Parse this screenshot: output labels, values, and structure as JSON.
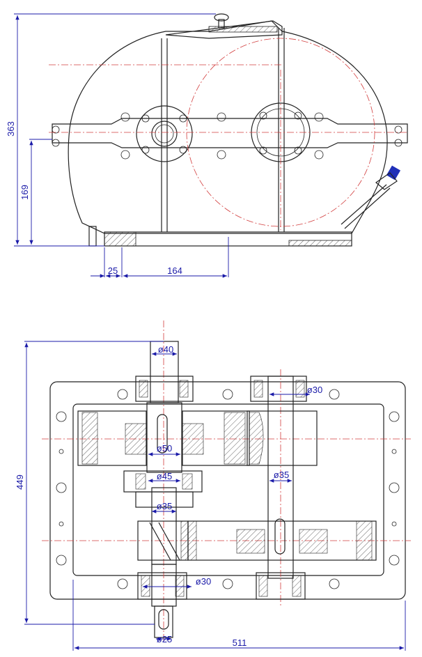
{
  "front_view": {
    "dimensions": {
      "height_total": "363",
      "height_axis": "169",
      "foot_width": "25",
      "base_offset": "164"
    }
  },
  "top_view": {
    "dimensions": {
      "input_shaft_top": "ø40",
      "output_bearing_top": "ø30",
      "input_gear_shaft": "ø50",
      "output_shaft": "ø35",
      "bearing_mid": "ø45",
      "bearing_mid_lower": "ø35",
      "bearing_bottom": "ø30",
      "shaft_end": "ø25",
      "overall_height": "449",
      "overall_width": "511"
    }
  },
  "colors": {
    "object_line": "#222222",
    "center_line": "#d23c3c",
    "dimension_line": "#1a1aa8",
    "oil_cap": "#1f2fb8"
  }
}
